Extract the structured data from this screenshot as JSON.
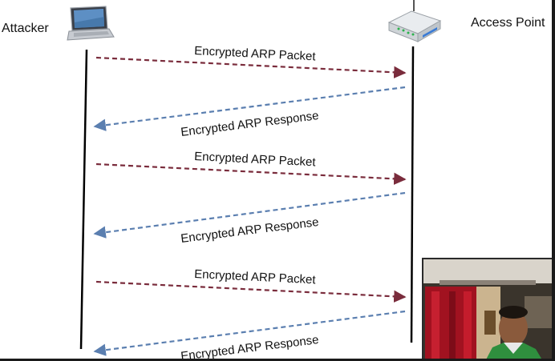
{
  "actors": {
    "attacker": "Attacker",
    "access_point": "Access Point"
  },
  "messages": [
    {
      "label": "Encrypted ARP Packet",
      "direction": "attacker-to-ap"
    },
    {
      "label": "Encrypted ARP Response",
      "direction": "ap-to-attacker"
    },
    {
      "label": "Encrypted ARP Packet",
      "direction": "attacker-to-ap"
    },
    {
      "label": "Encrypted ARP Response",
      "direction": "ap-to-attacker"
    },
    {
      "label": "Encrypted ARP Packet",
      "direction": "attacker-to-ap"
    },
    {
      "label": "Encrypted ARP Response",
      "direction": "ap-to-attacker"
    }
  ],
  "colors": {
    "packet_arrow": "#7a2c3c",
    "response_arrow": "#5b7fb0",
    "lifeline": "#000000"
  },
  "icons": {
    "attacker": "laptop-icon",
    "access_point": "router-icon",
    "presenter": "webcam-presenter-image"
  }
}
